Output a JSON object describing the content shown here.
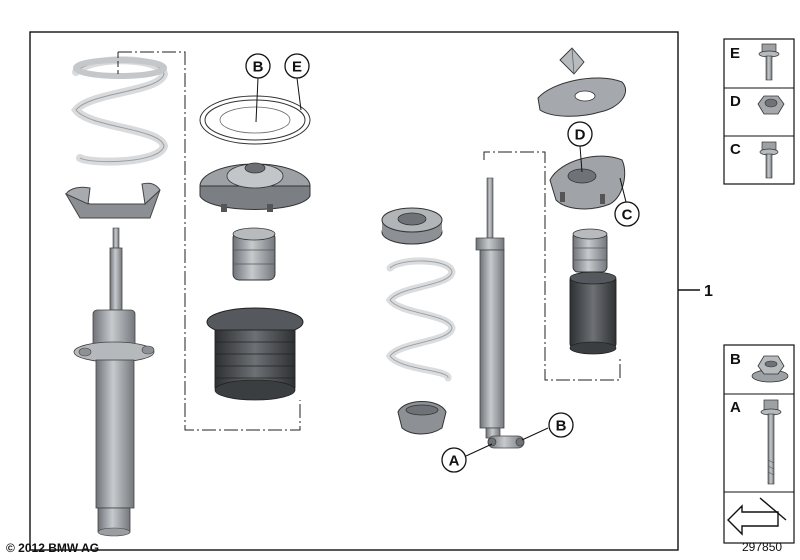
{
  "diagram": {
    "callouts": {
      "front_b": "B",
      "front_e": "E",
      "rear_d": "D",
      "rear_c": "C",
      "rear_a": "A",
      "rear_b": "B"
    },
    "assembly_number": "1",
    "legend_top": [
      "E",
      "D",
      "C"
    ],
    "legend_bottom": [
      "B",
      "A"
    ],
    "copyright": "© 2012 BMW AG",
    "drawing_number": "297850"
  }
}
